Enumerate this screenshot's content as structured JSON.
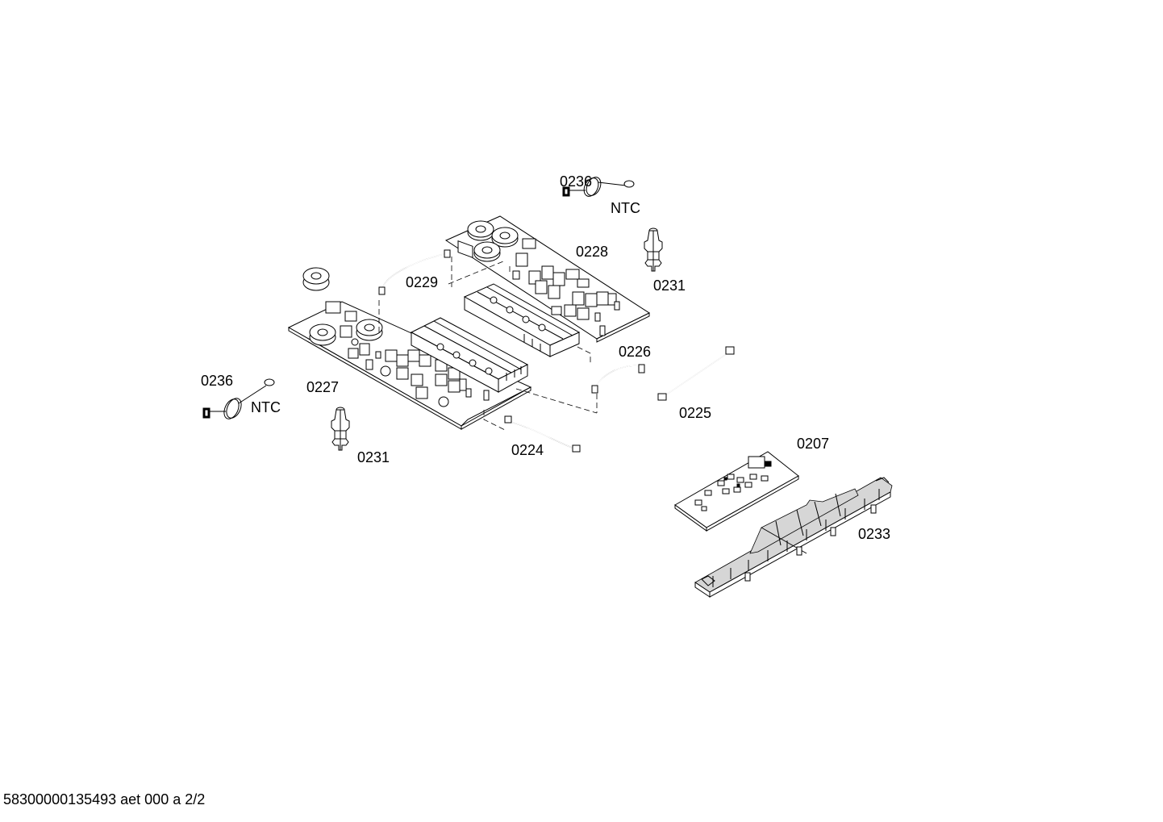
{
  "diagram": {
    "labels": {
      "p0236_top": "0236",
      "ntc_top": "NTC",
      "p0228": "0228",
      "p0229": "0229",
      "p0231_right": "0231",
      "p0226": "0226",
      "p0225": "0225",
      "p0236_left": "0236",
      "ntc_left": "NTC",
      "p0227": "0227",
      "p0231_left": "0231",
      "p0224": "0224",
      "p0207": "0207",
      "p0233": "0233"
    },
    "footer": "58300000135493 aet 000 a 2/2"
  }
}
